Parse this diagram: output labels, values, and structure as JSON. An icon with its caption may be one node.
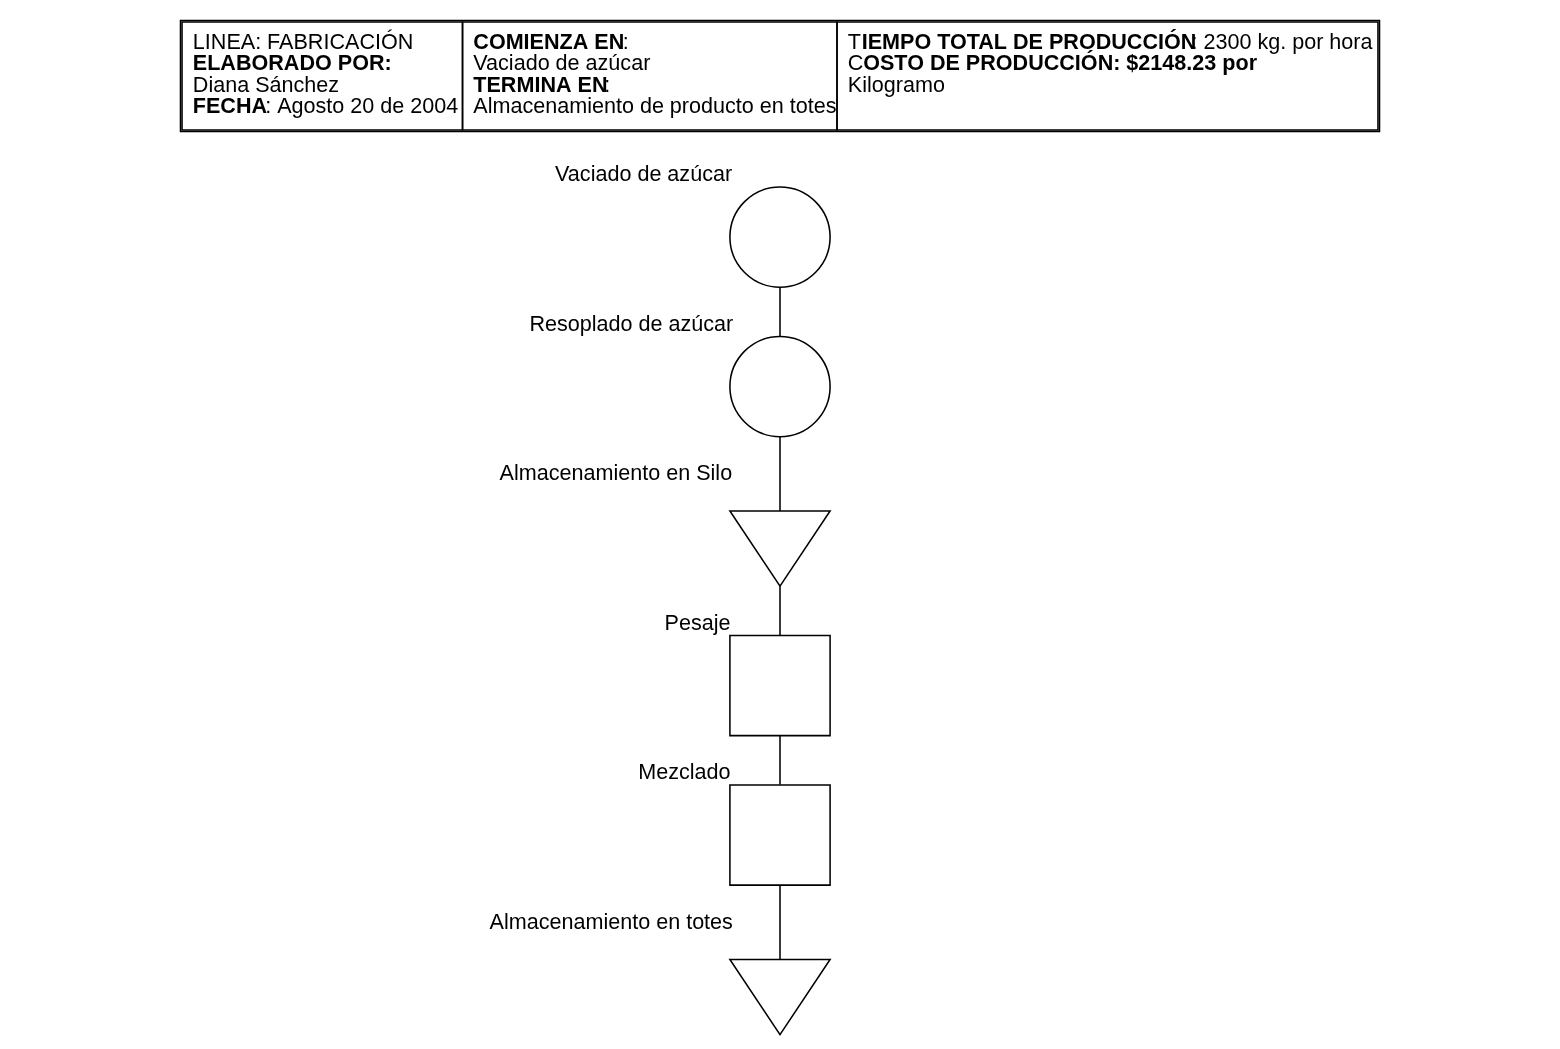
{
  "diagram": {
    "nodes": [
      {
        "text": [],
        "shape": "circle",
        "beside": [
          "Vaciado de azúcar"
        ]
      },
      {
        "text": [],
        "shape": "circle",
        "beside": [
          "Resoplado de azúcar"
        ]
      },
      {
        "text": [],
        "shape": "triangle",
        "beside": [
          "Almacenamiento en Silo"
        ]
      },
      {
        "text": [],
        "shape": "box",
        "beside": [
          "Pesaje"
        ]
      },
      {
        "text": [],
        "shape": "box",
        "beside": [
          "Mezclado"
        ]
      },
      {
        "text": [],
        "shape": "triangle",
        "beside": [
          "Almacenamiento en totes"
        ]
      }
    ],
    "edges": [
      {
        "from": 0,
        "to": 1,
        "arrow": "none"
      },
      {
        "from": 1,
        "to": 2,
        "arrow": "none"
      },
      {
        "from": 2,
        "to": 3,
        "arrow": "none"
      },
      {
        "from": 3,
        "to": 4,
        "arrow": "none"
      },
      {
        "from": 4,
        "to": 5,
        "arrow": "none"
      }
    ],
    "labels": [
      "LINEA: FABRICACIÓN",
      "**ELABORADO POR:**",
      "Diana Sánchez",
      "**FECHA**: Agosto 20 de 2004",
      "**COMIENZA EN**:",
      "Vaciado de azúcar",
      "**TERMINA EN**:",
      "Almacenamiento de producto en totes",
      "T**IEMPO TOTAL DE PRODUCCIÓN**: 2300 kg. por hora",
      "C**OSTO DE PRODUCCIÓN: $2148.23 por** Kilogramo"
    ]
  }
}
